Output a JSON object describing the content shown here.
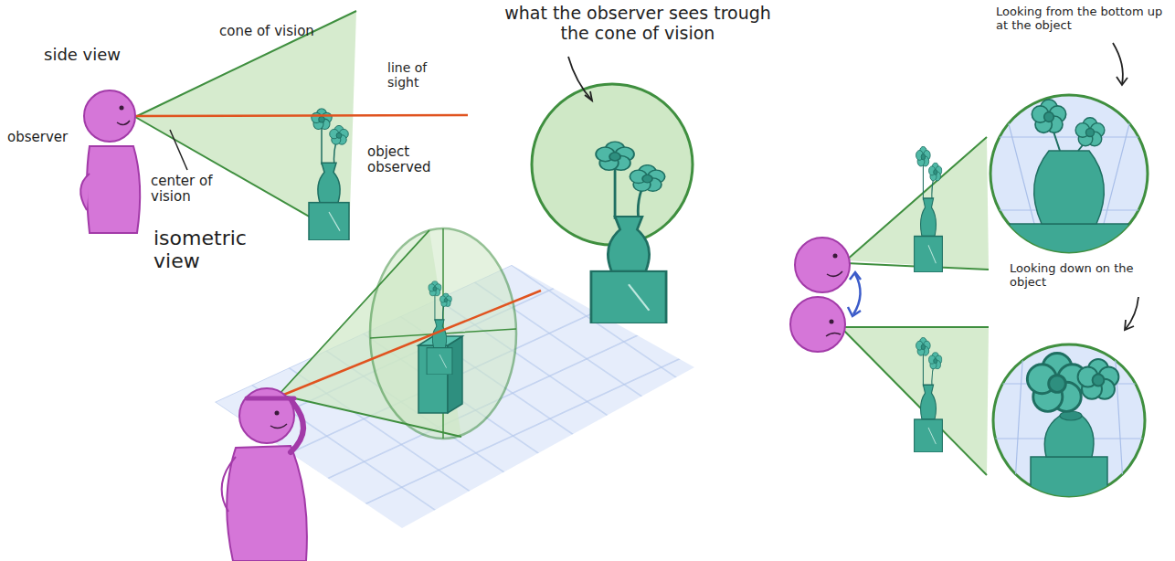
{
  "diagram": {
    "labels": [
      "side view",
      "cone of vision",
      "line of sight",
      "observer",
      "center of vision",
      "object observed",
      "what the observer sees trough the cone of vision",
      "isometric view",
      "Looking from the bottom up at the object",
      "Looking down on the object"
    ]
  }
}
